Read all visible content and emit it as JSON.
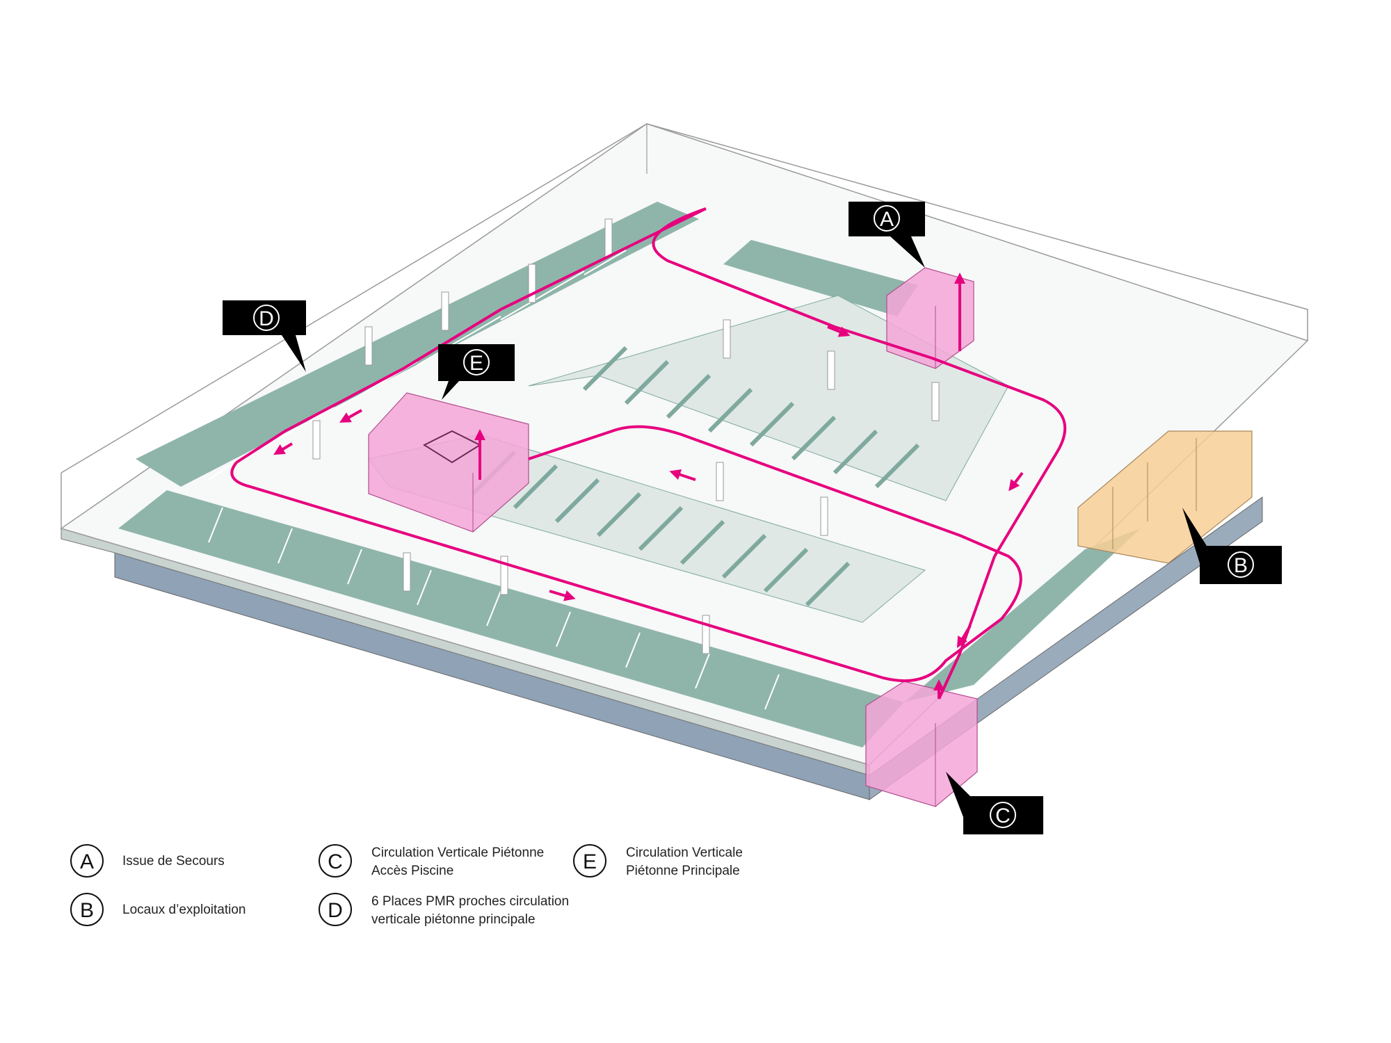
{
  "colors": {
    "parking": "#8fb5aa",
    "lane_line": "#7fa99e",
    "slab": "#eef1f0",
    "route": "#e6007e",
    "stair_core": "#f4a6d7",
    "operations": "#f7cf96",
    "lower_level": "#8fa2b6",
    "outline": "#9a9a9a",
    "callout": "#000000"
  },
  "callouts": [
    {
      "id": "A",
      "letter": "A"
    },
    {
      "id": "B",
      "letter": "B"
    },
    {
      "id": "C",
      "letter": "C"
    },
    {
      "id": "D",
      "letter": "D"
    },
    {
      "id": "E",
      "letter": "E"
    }
  ],
  "legend": {
    "items": [
      {
        "letter": "A",
        "lines": [
          "Issue de Secours"
        ]
      },
      {
        "letter": "B",
        "lines": [
          "Locaux d’exploitation"
        ]
      },
      {
        "letter": "C",
        "lines": [
          "Circulation Verticale Piétonne",
          "Accès Piscine"
        ]
      },
      {
        "letter": "D",
        "lines": [
          "6 Places PMR proches circulation",
          "verticale piétonne principale"
        ]
      },
      {
        "letter": "E",
        "lines": [
          "Circulation Verticale",
          "Piétonne Principale"
        ]
      }
    ]
  }
}
